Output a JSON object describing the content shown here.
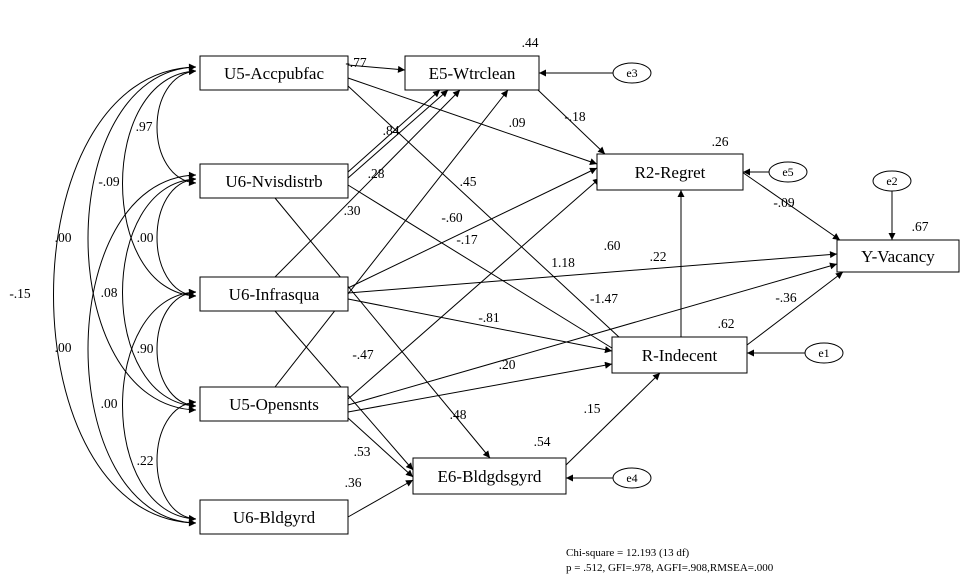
{
  "observed": [
    {
      "id": "u5acc",
      "label": "U5-Accpubfac"
    },
    {
      "id": "u6nvis",
      "label": "U6-Nvisdistrb"
    },
    {
      "id": "u6infra",
      "label": "U6-Infrasqua"
    },
    {
      "id": "u5open",
      "label": "U5-Opensnts"
    },
    {
      "id": "u6bldg",
      "label": "U6-Bldgyrd"
    },
    {
      "id": "e5",
      "label": "E5-Wtrclean"
    },
    {
      "id": "r2",
      "label": "R2-Regret"
    },
    {
      "id": "rind",
      "label": "R-Indecent"
    },
    {
      "id": "e6",
      "label": "E6-Bldgdsgyrd"
    },
    {
      "id": "yvac",
      "label": "Y-Vacancy"
    }
  ],
  "errors": [
    {
      "id": "e3",
      "label": "e3",
      "target": "e5"
    },
    {
      "id": "e5err",
      "label": "e5",
      "target": "r2"
    },
    {
      "id": "e2",
      "label": "e2",
      "target": "yvac"
    },
    {
      "id": "e1",
      "label": "e1",
      "target": "rind"
    },
    {
      "id": "e4",
      "label": "e4",
      "target": "e6"
    }
  ],
  "r_squared": [
    {
      "node": "e5",
      "value": ".44"
    },
    {
      "node": "r2",
      "value": ".26"
    },
    {
      "node": "yvac",
      "value": ".67"
    },
    {
      "node": "rind",
      "value": ".62"
    },
    {
      "node": "e6",
      "value": ".54"
    }
  ],
  "paths": [
    {
      "from": "u5acc",
      "to": "e5",
      "coef": "-.77"
    },
    {
      "from": "u5acc",
      "to": "r2",
      "coef": ".09"
    },
    {
      "from": "u5acc",
      "to": "rind",
      "coef": ".45"
    },
    {
      "from": "u6nvis",
      "to": "e5",
      "coef": ".84"
    },
    {
      "from": "u6nvis",
      "to": "rind",
      "coef": "-.17"
    },
    {
      "from": "u6nvis",
      "to": "e6",
      "coef": "1.18"
    },
    {
      "from": "u6infra",
      "to": "e5",
      "coef": ".28"
    },
    {
      "from": "u6infra",
      "to": "r2",
      "coef": "-.60"
    },
    {
      "from": "u6infra",
      "to": "yvac",
      "coef": ".22"
    },
    {
      "from": "u6infra",
      "to": "rind",
      "coef": "-.81"
    },
    {
      "from": "u6infra",
      "to": "e6",
      "coef": "-.47"
    },
    {
      "from": "u5open",
      "to": "e5",
      "coef": ".30"
    },
    {
      "from": "u5open",
      "to": "r2",
      "coef": ".60"
    },
    {
      "from": "u5open",
      "to": "yvac",
      "coef": "-1.47"
    },
    {
      "from": "u5open",
      "to": "rind",
      "coef": ".20"
    },
    {
      "from": "u5open",
      "to": "e6",
      "coef": ".53"
    },
    {
      "from": "u6bldg",
      "to": "e6",
      "coef": ".36"
    },
    {
      "from": "e5",
      "to": "r2",
      "coef": "-.18"
    },
    {
      "from": "r2",
      "to": "yvac",
      "coef": "-.09"
    },
    {
      "from": "rind",
      "to": "r2",
      "coef": ""
    },
    {
      "from": "rind",
      "to": "yvac",
      "coef": "-.36"
    },
    {
      "from": "e6",
      "to": "rind",
      "coef": ".15"
    },
    {
      "from": "u6infra",
      "to": "e6",
      "coef": ".48",
      "note": "second label"
    }
  ],
  "correlations": [
    {
      "a": "u5acc",
      "b": "u6nvis",
      "coef": ".97"
    },
    {
      "a": "u5acc",
      "b": "u6infra",
      "coef": "-.09"
    },
    {
      "a": "u5acc",
      "b": "u5open",
      "coef": ".00"
    },
    {
      "a": "u5acc",
      "b": "u6bldg",
      "coef": "-.15"
    },
    {
      "a": "u6nvis",
      "b": "u6infra",
      "coef": ".00"
    },
    {
      "a": "u6nvis",
      "b": "u5open",
      "coef": ".08"
    },
    {
      "a": "u6nvis",
      "b": "u6bldg",
      "coef": ".00"
    },
    {
      "a": "u6infra",
      "b": "u5open",
      "coef": ".90"
    },
    {
      "a": "u6infra",
      "b": "u6bldg",
      "coef": ".00"
    },
    {
      "a": "u5open",
      "b": "u6bldg",
      "coef": ".22"
    }
  ],
  "fit": {
    "line1": "Chi-square = 12.193 (13 df)",
    "line2": "p = .512, GFI=.978, AGFI=.908,RMSEA=.000"
  }
}
